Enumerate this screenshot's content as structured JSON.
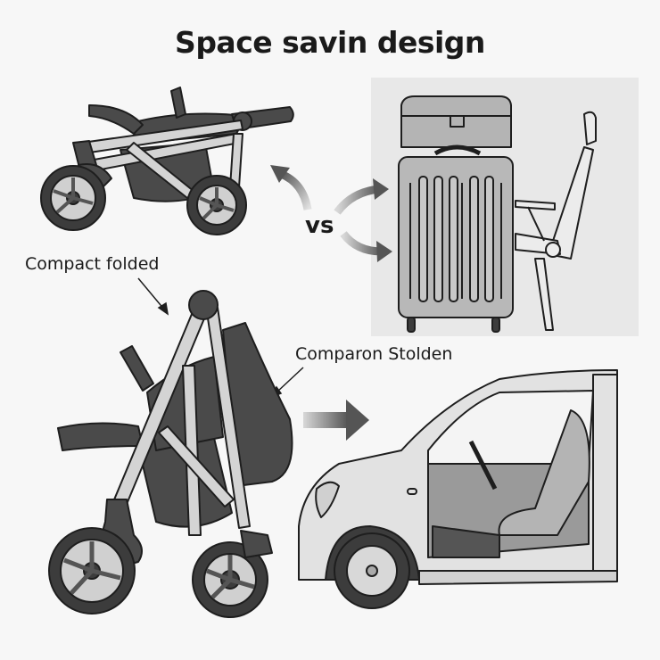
{
  "title": "Space savin design",
  "labels": {
    "compact_folded": "Compact folded",
    "comparison_folded": "Comparon Stolden",
    "vs": "vs"
  },
  "illustrations": [
    {
      "id": "stroller-side-folded",
      "description": "Stroller partially folded, side view"
    },
    {
      "id": "luggage-comparison",
      "description": "Suitcase with carry case next to seat"
    },
    {
      "id": "stroller-compact-folded",
      "description": "Stroller compactly folded, upright"
    },
    {
      "id": "car-open-door",
      "description": "Small car with open front door"
    }
  ],
  "colors": {
    "background": "#f7f7f7",
    "panel": "#e8e8e8",
    "dark_fabric": "#4a4a4a",
    "frame": "#d4d4d4",
    "tire": "#3c3c3c",
    "outline": "#1e1e1e",
    "arrow": "#5a5a5a"
  }
}
